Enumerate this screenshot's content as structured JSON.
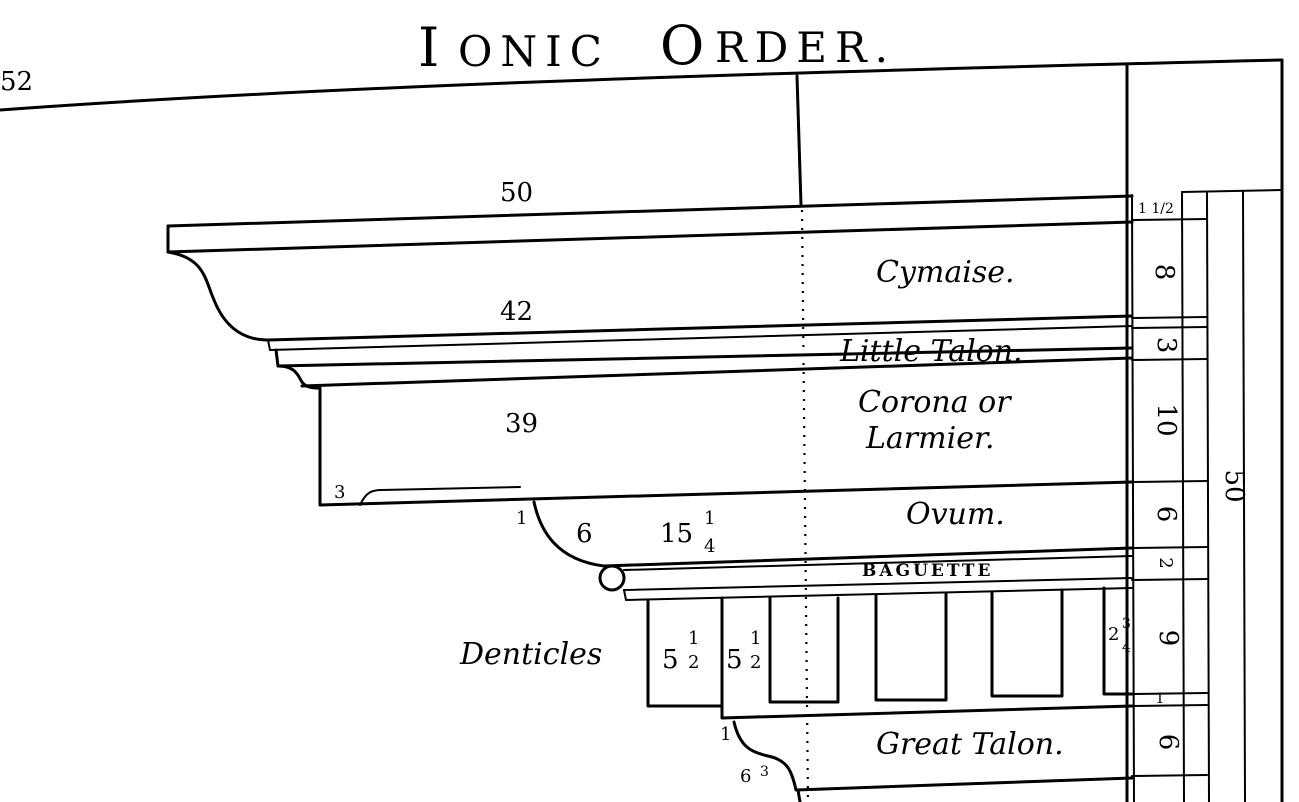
{
  "title": {
    "initial_1": "I",
    "rest_1": "ONIC",
    "initial_2": "O",
    "rest_2": "RDER."
  },
  "page_corner_number": "52",
  "members": {
    "cymaise": "Cymaise.",
    "little_talon": "Little Talon.",
    "corona_line1": "Corona or",
    "corona_line2": "Larmier.",
    "ovum": "Ovum.",
    "baguette": "BAGUETTE",
    "denticles": "Denticles",
    "great_talon": "Great Talon."
  },
  "projections": {
    "cornice_top": "50",
    "cymaise": "42",
    "corona": "39",
    "corona_small": "3",
    "ovum_1": "1",
    "ovum_6": "6",
    "ovum_15": "15",
    "ovum_15_frac_num": "1",
    "ovum_15_frac_den": "4",
    "dentil_1": "5",
    "dentil_1_frac_num": "1",
    "dentil_1_frac_den": "2",
    "dentil_2": "5",
    "dentil_2_frac_num": "1",
    "dentil_2_frac_den": "2",
    "dentil_3": "2",
    "dentil_3_frac_num": "3",
    "dentil_3_frac_den": "4",
    "talon_1": "1",
    "talon_6": "6",
    "talon_6_frac": "3"
  },
  "heights": {
    "fillet_top": "1 1/2",
    "cymaise": "8",
    "little_talon": "3",
    "corona": "10",
    "ovum": "6",
    "baguette": "2",
    "denticles": "9",
    "fillet_mid": "1",
    "great_talon": "6",
    "total": "50"
  }
}
